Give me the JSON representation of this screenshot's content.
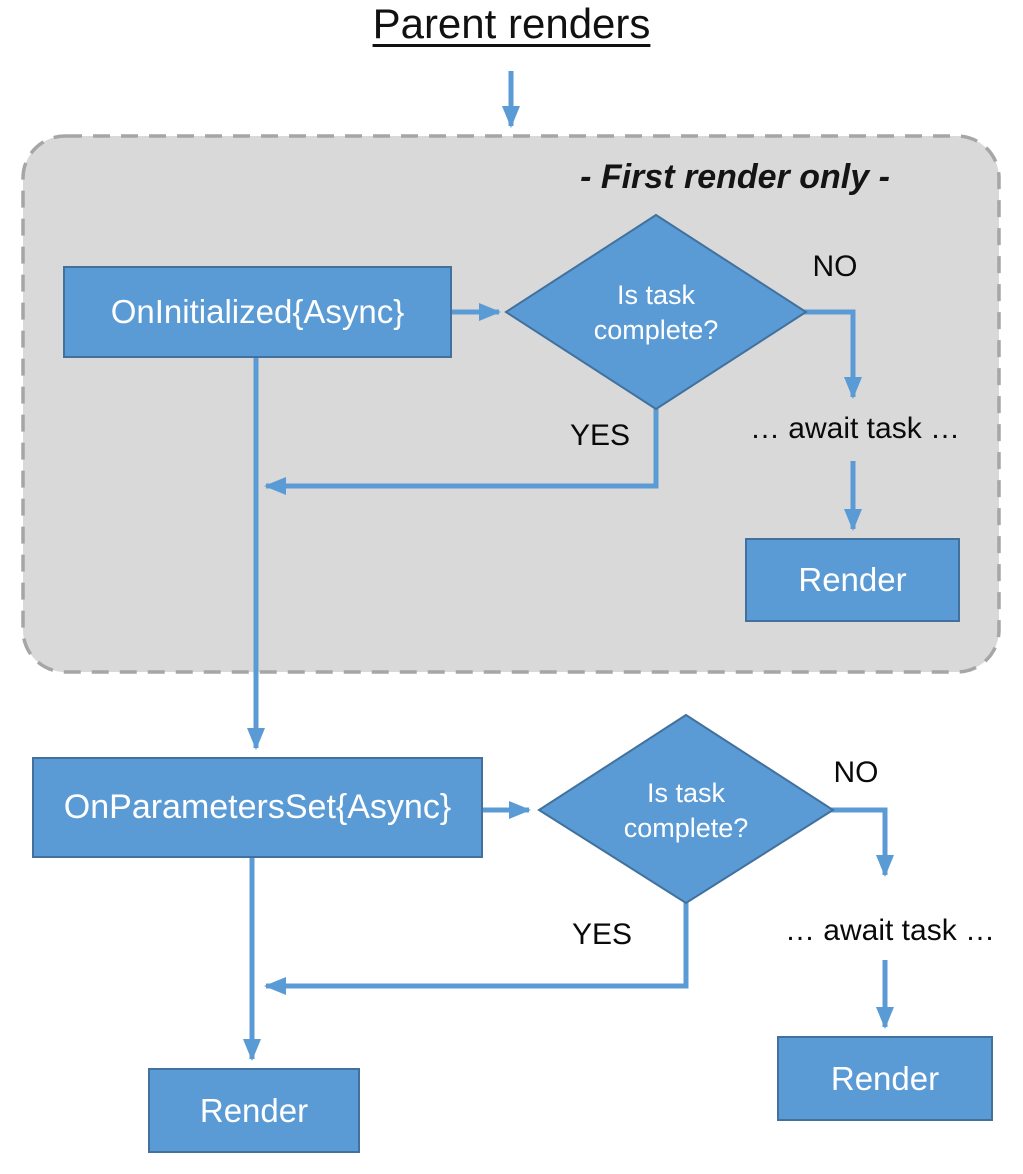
{
  "title": "Parent renders",
  "group": {
    "label": "- First render only -"
  },
  "nodes": {
    "on_initialized": "OnInitialized{Async}",
    "decision_first": "Is task complete?",
    "render_first_no": "Render",
    "on_parameters_set": "OnParametersSet{Async}",
    "decision_params": "Is task complete?",
    "render_params_no": "Render",
    "render_final": "Render"
  },
  "edge_labels": {
    "first_no": "NO",
    "first_yes": "YES",
    "first_await": "… await task …",
    "params_no": "NO",
    "params_yes": "YES",
    "params_await": "… await task …"
  },
  "colors": {
    "node_fill": "#5b9bd5",
    "node_border": "#41719c",
    "arrow": "#5b9bd5",
    "group_fill": "#d9d9d9",
    "group_border": "#a6a6a6",
    "label_text": "#000000",
    "node_text": "#ffffff"
  }
}
